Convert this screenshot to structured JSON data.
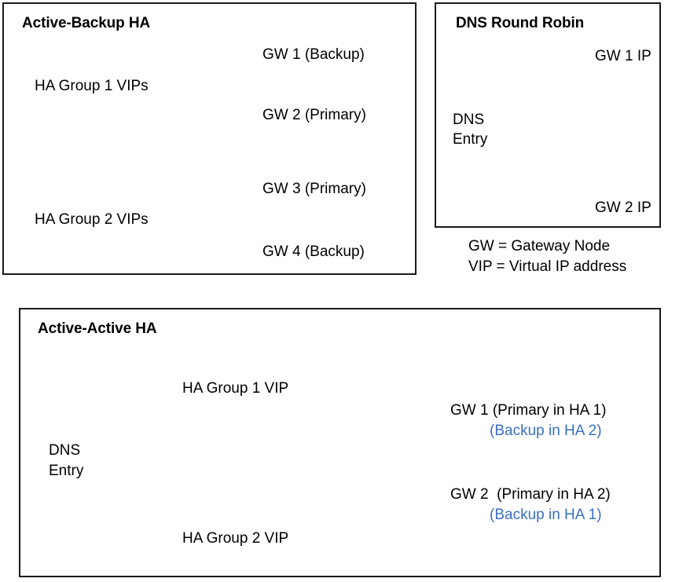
{
  "diagram": {
    "title_alt": "StorageGRID gateway high availability topologies",
    "colors": {
      "blue": "#1F4E9C",
      "orange": "#FFB511",
      "text_blue": "#3A6FC4",
      "border": "#1A1A1A",
      "background": "#FFFFFF"
    }
  },
  "panels": {
    "active_backup": {
      "title": "Active-Backup HA",
      "groups": [
        {
          "source_label": "HA Group 1 VIPs",
          "targets": [
            {
              "label": "GW 1 (Backup)",
              "role": "Backup",
              "color": "orange"
            },
            {
              "label": "GW 2 (Primary)",
              "role": "Primary",
              "color": "blue"
            }
          ]
        },
        {
          "source_label": "HA Group 2 VIPs",
          "targets": [
            {
              "label": "GW 3 (Primary)",
              "role": "Primary",
              "color": "blue"
            },
            {
              "label": "GW 4 (Backup)",
              "role": "Backup",
              "color": "orange"
            }
          ]
        }
      ]
    },
    "dns_round_robin": {
      "title": "DNS Round Robin",
      "source_label_line1": "DNS",
      "source_label_line2": "Entry",
      "targets": [
        {
          "label": "GW 1 IP",
          "color": "blue"
        },
        {
          "label": "GW 2 IP",
          "color": "blue"
        }
      ],
      "legend": [
        "GW = Gateway Node",
        "VIP = Virtual IP address"
      ]
    },
    "active_active": {
      "title": "Active-Active HA",
      "source_label_line1": "DNS",
      "source_label_line2": "Entry",
      "vips": [
        {
          "label": "HA Group 1 VIP"
        },
        {
          "label": "HA Group 2 VIP"
        }
      ],
      "gateways": [
        {
          "name": "GW 1",
          "primary_text": "(Primary in HA 1)",
          "backup_text": "(Backup in HA 2)"
        },
        {
          "name": "GW 2",
          "primary_text": "(Primary in HA 2)",
          "backup_text": "(Backup in HA 1)"
        }
      ]
    }
  }
}
